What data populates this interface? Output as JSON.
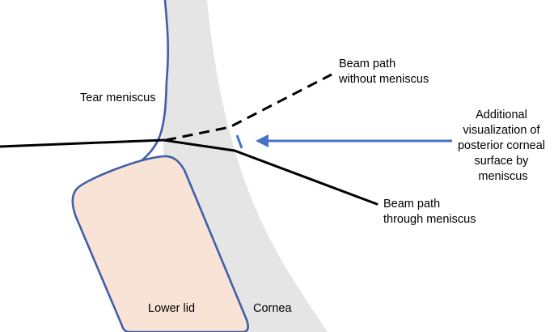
{
  "labels": {
    "tear_meniscus": "Tear meniscus",
    "beam_without": [
      "Beam path",
      "without meniscus"
    ],
    "beam_through": [
      "Beam path",
      "through meniscus"
    ],
    "additional": [
      "Additional",
      "visualization of",
      "posterior corneal",
      "surface by",
      "meniscus"
    ],
    "lower_lid": "Lower lid",
    "cornea": "Cornea"
  },
  "colors": {
    "cornea_fill": "#e5e5e5",
    "lid_fill": "#f9e3d6",
    "outline_blue": "#3f5fa8",
    "arrow_blue": "#4472c4",
    "beam": "#000000"
  }
}
